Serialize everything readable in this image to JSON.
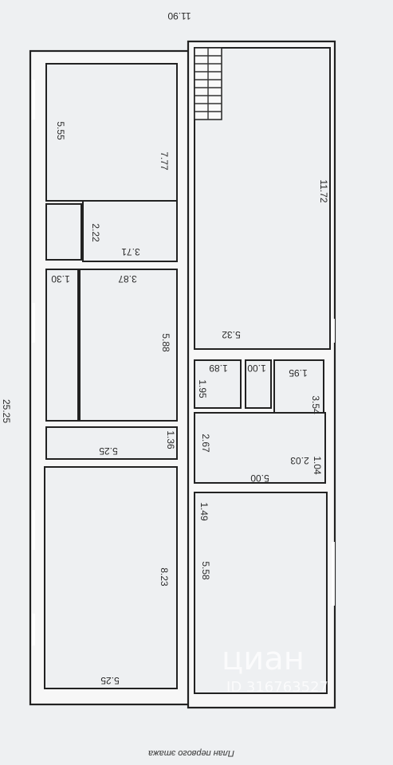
{
  "plan": {
    "title": "План первого этажа",
    "overall_width": "11.90",
    "overall_height": "25.25"
  },
  "rooms": [
    {
      "id": "room-a",
      "area": "7.77",
      "side": "5.55"
    },
    {
      "id": "room-b",
      "area": "11.72"
    },
    {
      "id": "hall",
      "area": "2.22",
      "side": "3.71"
    },
    {
      "id": "room-c",
      "area": "5.88",
      "side": "3.87"
    },
    {
      "id": "corridor",
      "side": "1.30"
    },
    {
      "id": "bath-1",
      "area": "1.89"
    },
    {
      "id": "bath-2",
      "area": "1.00"
    },
    {
      "id": "bath-3",
      "area": "1.95"
    },
    {
      "id": "bath-4",
      "area": "1.95"
    },
    {
      "id": "room-d",
      "area": "3.54"
    },
    {
      "id": "lobby",
      "area": "2.67",
      "side": "5.00"
    },
    {
      "id": "vestibule",
      "area": "1.36"
    },
    {
      "id": "room-e",
      "area": "2.03",
      "side": "1.04"
    },
    {
      "id": "passage",
      "area": "5.25"
    },
    {
      "id": "room-f",
      "area": "8.23",
      "side": "5.25"
    },
    {
      "id": "room-g",
      "area": "5.58",
      "side": "1.49"
    }
  ],
  "labels": {
    "kitchen_width": "5.32"
  },
  "watermark": {
    "brand": "циан",
    "id_text": "ID 316763527"
  }
}
